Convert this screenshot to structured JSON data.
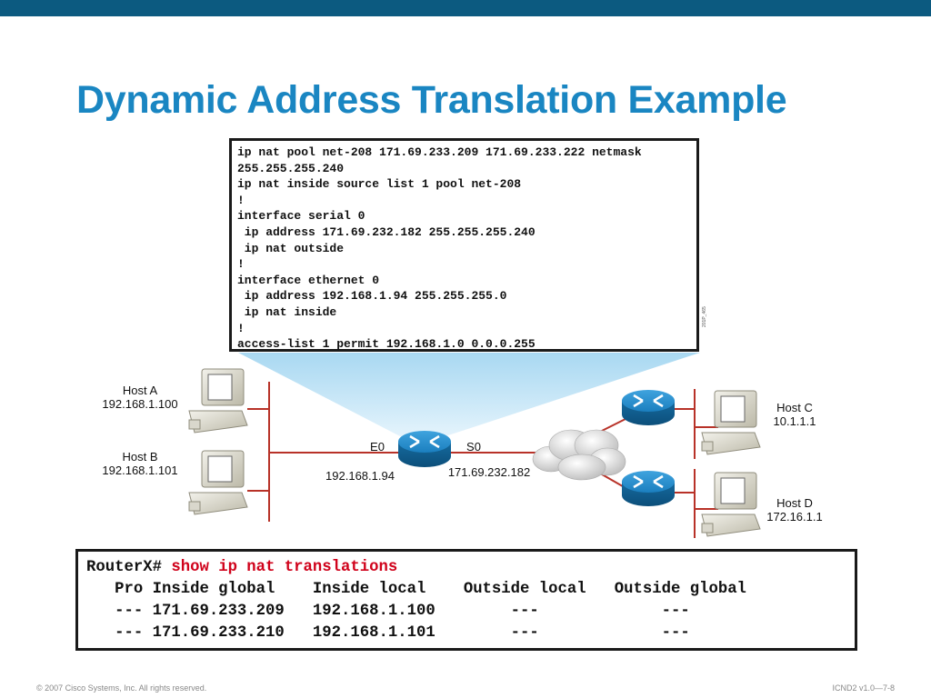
{
  "slide": {
    "title": "Dynamic Address Translation Example",
    "footer_left": "© 2007 Cisco Systems, Inc. All rights reserved.",
    "footer_right": "ICND2 v1.0—7-8",
    "side_code": "201P_465"
  },
  "config": {
    "lines": [
      "ip nat pool net-208 171.69.233.209 171.69.233.222 netmask",
      "255.255.255.240",
      "ip nat inside source list 1 pool net-208",
      "!",
      "interface serial 0",
      " ip address 171.69.232.182 255.255.255.240",
      " ip nat outside",
      "!",
      "interface ethernet 0",
      " ip address 192.168.1.94 255.255.255.0",
      " ip nat inside",
      "!",
      "access-list 1 permit 192.168.1.0 0.0.0.255"
    ]
  },
  "diagram": {
    "host_a": {
      "name": "Host A",
      "ip": "192.168.1.100"
    },
    "host_b": {
      "name": "Host B",
      "ip": "192.168.1.101"
    },
    "host_c": {
      "name": "Host C",
      "ip": "10.1.1.1"
    },
    "host_d": {
      "name": "Host D",
      "ip": "172.16.1.1"
    },
    "router": {
      "e0_label": "E0",
      "s0_label": "S0",
      "e0_ip": "192.168.1.94",
      "s0_ip": "171.69.232.182"
    }
  },
  "cli": {
    "prompt": "RouterX# ",
    "command": "show ip nat translations",
    "header": "   Pro Inside global    Inside local    Outside local   Outside global",
    "rows": [
      "   --- 171.69.233.209   192.168.1.100        ---             ---",
      "   --- 171.69.233.210   192.168.1.101        ---             ---"
    ]
  },
  "colors": {
    "accent": "#1a86c2",
    "top_bar": "#0c5a80",
    "link_line": "#b83228",
    "router_blue": "#1b7fbf",
    "command_red": "#d0021b"
  }
}
